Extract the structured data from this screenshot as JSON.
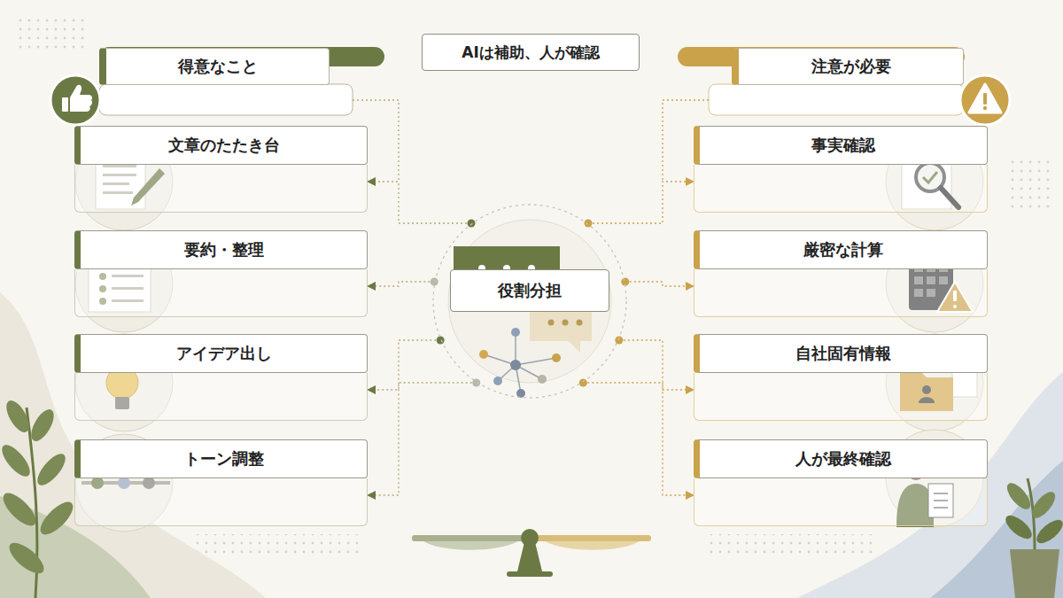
{
  "diagram": {
    "title": "AIは補助、人が確認",
    "nodes": [
      {
        "text": [
          "得意なこと"
        ]
      },
      {
        "text": [
          "文章のたたき台"
        ]
      },
      {
        "text": [
          "要約・整理"
        ]
      },
      {
        "text": [
          "アイデア出し"
        ]
      },
      {
        "text": [
          "トーン調整"
        ]
      },
      {
        "text": [
          "役割分担"
        ]
      },
      {
        "text": [
          "注意が必要"
        ]
      },
      {
        "text": [
          "事実確認"
        ]
      },
      {
        "text": [
          "厳密な計算"
        ]
      },
      {
        "text": [
          "自社固有情報"
        ]
      },
      {
        "text": [
          "人が最終確認"
        ]
      }
    ],
    "edges": [
      {
        "from": 5,
        "to": 1,
        "arrow": "to"
      },
      {
        "from": 5,
        "to": 2,
        "arrow": "to"
      },
      {
        "from": 5,
        "to": 3,
        "arrow": "to"
      },
      {
        "from": 5,
        "to": 4,
        "arrow": "to"
      },
      {
        "from": 5,
        "to": 7,
        "arrow": "to"
      },
      {
        "from": 5,
        "to": 8,
        "arrow": "to"
      },
      {
        "from": 5,
        "to": 9,
        "arrow": "to"
      },
      {
        "from": 5,
        "to": 10,
        "arrow": "to"
      }
    ]
  }
}
